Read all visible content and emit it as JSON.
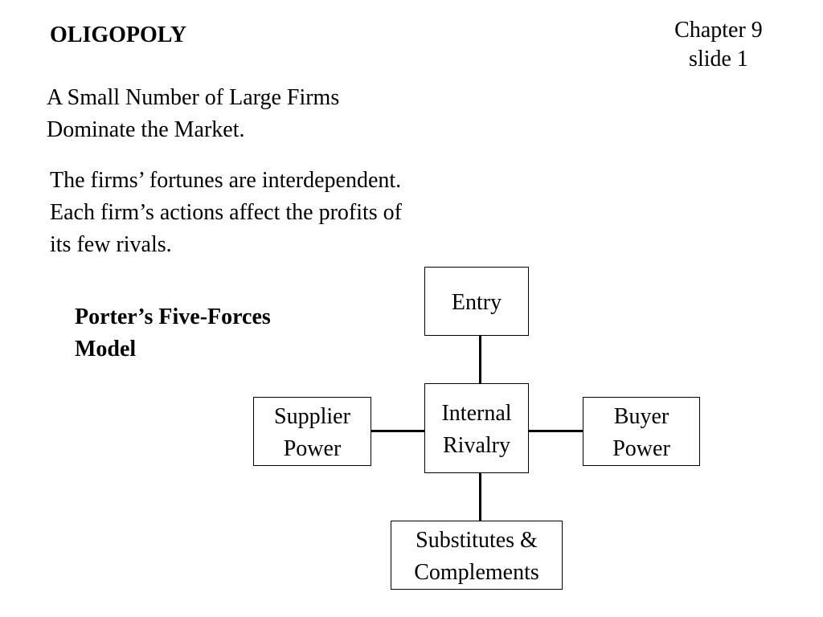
{
  "slide": {
    "title": "OLIGOPOLY",
    "chapter_line1": "Chapter 9",
    "chapter_line2": "slide 1"
  },
  "intro": {
    "line1": "A Small Number of Large Firms",
    "line2": "Dominate the Market."
  },
  "interdependence": {
    "line1": "The firms’  fortunes  are interdependent.",
    "line2": "Each firm’s actions affect the profits of",
    "line3": "its few rivals."
  },
  "model": {
    "title_line1": "Porter’s Five-Forces",
    "title_line2": "Model"
  },
  "diagram": {
    "entry": "Entry",
    "internal_line1": "Internal",
    "internal_line2": "Rivalry",
    "supplier_line1": "Supplier",
    "supplier_line2": "Power",
    "buyer_line1": "Buyer",
    "buyer_line2": "Power",
    "substitutes_line1": "Substitutes &",
    "substitutes_line2": "Complements"
  }
}
